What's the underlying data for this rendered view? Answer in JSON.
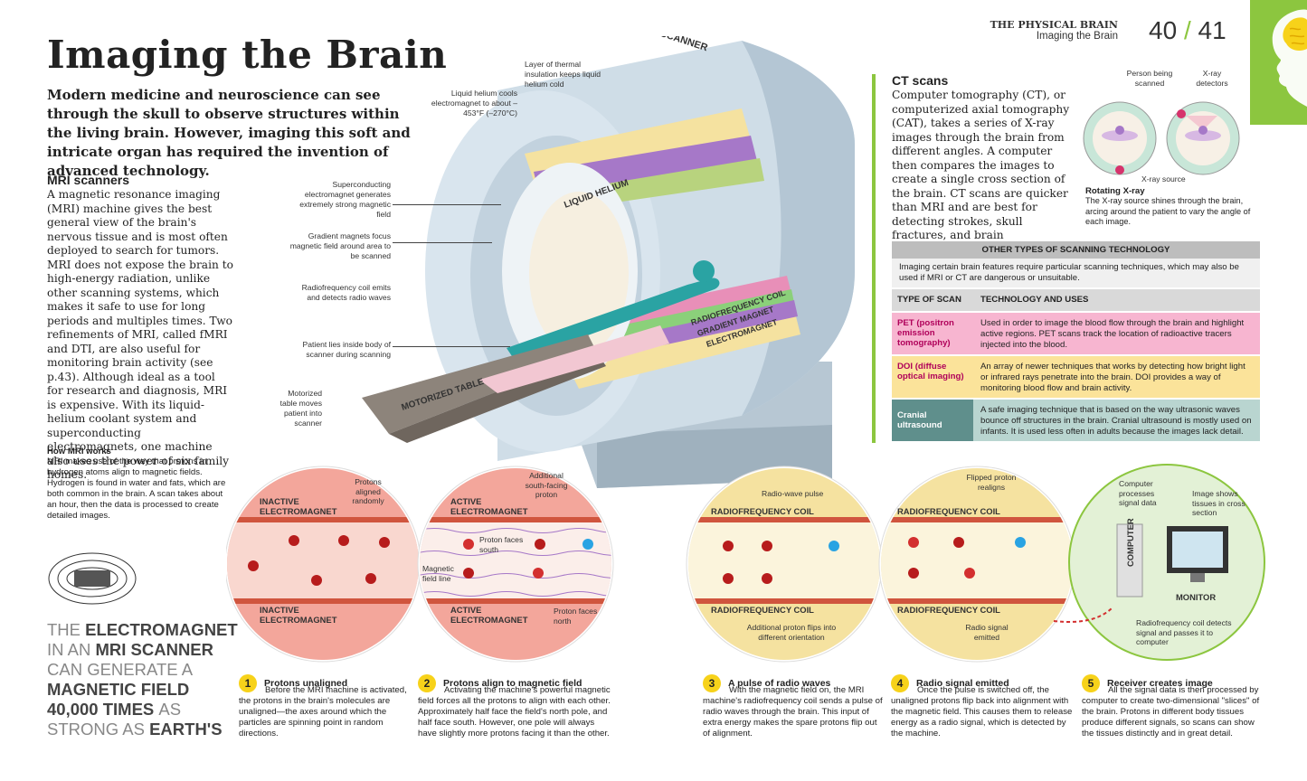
{
  "header": {
    "section": "THE PHYSICAL BRAIN",
    "subsection": "Imaging the Brain",
    "page_left": "40",
    "page_sep": "/",
    "page_right": "41"
  },
  "title": "Imaging the Brain",
  "lead": "Modern medicine and neuroscience can see through the skull to observe structures within the living brain. However, imaging this soft and intricate organ has required the invention of advanced technology.",
  "mri": {
    "heading": "MRI scanners",
    "body": "A magnetic resonance imaging (MRI) machine gives the best general view of the brain's nervous tissue and is most often deployed to search for tumors. MRI does not expose the brain to high-energy radiation, unlike other scanning systems, which makes it safe to use for long periods and multiples times. Two refinements of MRI, called fMRI and DTI, are also useful for monitoring brain activity (see p.43). Although ideal as a tool for research and diagnosis, MRI is expensive. With its liquid-helium coolant system and superconducting electromagnets, one machine also uses the power of six family homes.",
    "how_heading": "How MRI works",
    "how_body": "MRI makes use of the way that protons in hydrogen atoms align to magnetic fields. Hydrogen is found in water and fats, which are both common in the brain. A scan takes about an hour, then the data is processed to create detailed images."
  },
  "quote": {
    "l1a": "The ",
    "l1b": "electromagnet",
    "l2a": "in an ",
    "l2b": "MRI scanner",
    "l3": "can generate a",
    "l4": "magnetic field",
    "l5a": "40,000 times ",
    "l5b": "as",
    "l6a": "strong as ",
    "l6b": "Earth's"
  },
  "scanner": {
    "label": "MRI SCANNER",
    "liquid_helium": "LIQUID HELIUM",
    "rf_coil": "RADIOFREQUENCY COIL",
    "gradient": "GRADIENT MAGNET",
    "electromagnet": "ELECTROMAGNET",
    "table": "MOTORIZED TABLE",
    "callouts": {
      "helium": "Liquid helium cools electromagnet to about –453°F (–270°C)",
      "insulation": "Layer of thermal insulation keeps liquid helium cold",
      "superconducting": "Superconducting electromagnet generates extremely strong magnetic field",
      "gradient": "Gradient magnets focus magnetic field around area to be scanned",
      "rf": "Radiofrequency coil emits and detects radio waves",
      "patient": "Patient lies inside body of scanner during scanning",
      "table": "Motorized table moves patient into scanner"
    }
  },
  "ct": {
    "heading": "CT scans",
    "body": "Computer tomography (CT), or computerized axial tomography (CAT), takes a series of X-ray images through the brain from different angles. A computer then compares the images to create a single cross section of the brain. CT scans are quicker than MRI and are best for detecting strokes, skull fractures, and brain hemorrhages.",
    "person": "Person being scanned",
    "detectors": "X-ray detectors",
    "source": "X-ray source",
    "rot_heading": "Rotating X-ray",
    "rot_body": "The X-ray source shines through the brain, arcing around the patient to vary the angle of each image."
  },
  "table": {
    "title": "OTHER TYPES OF SCANNING TECHNOLOGY",
    "intro": "Imaging certain brain features require particular scanning techniques, which may also be used if MRI or CT are dangerous or unsuitable.",
    "col1": "TYPE OF SCAN",
    "col2": "TECHNOLOGY AND USES",
    "rows": [
      {
        "type": "PET (positron emission tomography)",
        "desc": "Used in order to image the blood flow through the brain and highlight active regions. PET scans track the location of radioactive tracers injected into the blood.",
        "color": "#f7b5d0"
      },
      {
        "type": "DOI (diffuse optical imaging)",
        "desc": "An array of newer techniques that works by detecting how bright light or infrared rays penetrate into the brain. DOI provides a way of monitoring blood flow and brain activity.",
        "color": "#fbe39a"
      },
      {
        "type": "Cranial ultrasound",
        "desc": "A safe imaging technique that is based on the way ultrasonic waves bounce off structures in the brain. Cranial ultrasound is mostly used on infants. It is used less often in adults because the images lack detail.",
        "color": "#b9d5d0"
      }
    ]
  },
  "circles": {
    "c1_top": "INACTIVE ELECTROMAGNET",
    "c1_bottom": "INACTIVE ELECTROMAGNET",
    "c1_ann": "Protons aligned randomly",
    "c2_top": "ACTIVE ELECTROMAGNET",
    "c2_bottom": "ACTIVE ELECTROMAGNET",
    "c2_ann1": "Additional south-facing proton",
    "c2_ann2": "Proton faces south",
    "c2_ann3": "Magnetic field line",
    "c2_ann4": "Proton faces north",
    "c3_top": "RADIOFREQUENCY COIL",
    "c3_bottom": "RADIOFREQUENCY COIL",
    "c3_ann1": "Radio-wave pulse",
    "c3_ann2": "Additional proton flips into different orientation",
    "c4_top": "RADIOFREQUENCY COIL",
    "c4_bottom": "RADIOFREQUENCY COIL",
    "c4_ann1": "Flipped proton realigns",
    "c4_ann2": "Radio signal emitted",
    "c5_ann1": "Computer processes signal data",
    "c5_ann2": "Image shows tissues in cross section",
    "c5_computer": "COMPUTER",
    "c5_monitor": "MONITOR",
    "c5_ann3": "Radiofrequency coil detects signal and passes it to computer"
  },
  "steps": [
    {
      "num": "1",
      "title": "Protons unaligned",
      "body": "Before the MRI machine is activated, the protons in the brain's molecules are unaligned—the axes around which the particles are spinning point in random directions."
    },
    {
      "num": "2",
      "title": "Protons align to magnetic field",
      "body": "Activating the machine's powerful magnetic field forces all the protons to align with each other. Approximately half face the field's north pole, and half face south. However, one pole will always have slightly more protons facing it than the other."
    },
    {
      "num": "3",
      "title": "A pulse of radio waves",
      "body": "With the magnetic field on, the MRI machine's radiofrequency coil sends a pulse of radio waves through the brain. This input of extra energy makes the spare protons flip out of alignment."
    },
    {
      "num": "4",
      "title": "Radio signal emitted",
      "body": "Once the pulse is switched off, the unaligned protons flip back into alignment with the magnetic field. This causes them to release energy as a radio signal, which is detected by the machine."
    },
    {
      "num": "5",
      "title": "Receiver creates image",
      "body": "All the signal data is then processed by computer to create two-dimensional \"slices\" of the brain. Protons in different body tissues produce different signals, so scans can show the tissues distinctly and in great detail."
    }
  ]
}
